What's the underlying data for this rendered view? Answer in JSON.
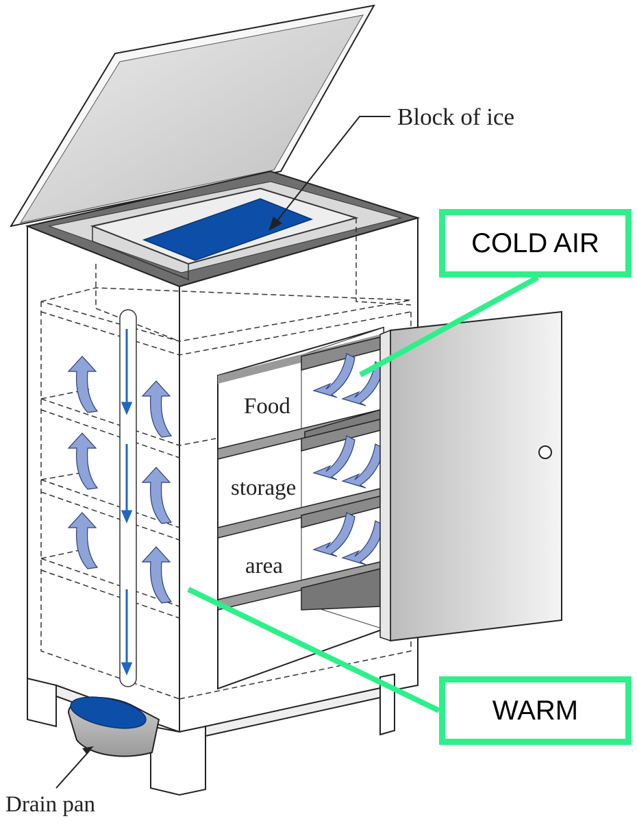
{
  "labels": {
    "block_of_ice": "Block of ice",
    "food": "Food",
    "storage": "storage",
    "area": "area",
    "drain_pan": "Drain pan",
    "cold_air": "COLD AIR",
    "warm": "WARM"
  },
  "colors": {
    "ice": "#0d4fa8",
    "flow_arrow": "#8ea3d8",
    "flow_arrow_edge": "#2b3f7a",
    "down_arrow": "#1f67c2",
    "callout_green": "#2ef08a",
    "cabinet_line": "#222222",
    "lid_gray": "#dcdcdc",
    "door_gray": "#d9d9d9"
  },
  "icons": {
    "up_flow": "curved-up-arrow-icon",
    "down_flow": "straight-down-arrow-icon",
    "shelf_flow": "curved-down-arrow-icon",
    "door_knob": "door-knob-icon"
  }
}
